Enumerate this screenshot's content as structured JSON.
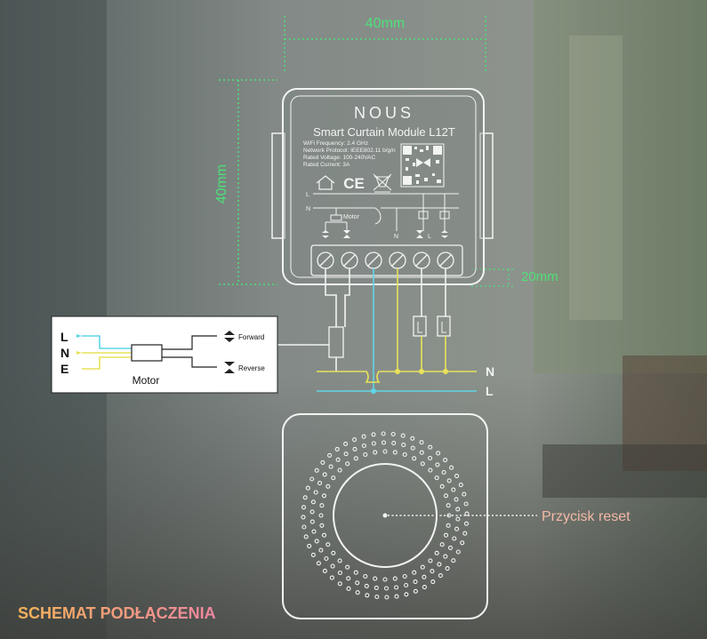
{
  "dimensions": {
    "width_label": "40mm",
    "height_label": "40mm",
    "depth_label": "20mm"
  },
  "module": {
    "brand": "NOUS",
    "model": "Smart Curtain Module L12T",
    "specs": [
      "WiFi Frequency: 2.4 GHz",
      "Network Protocol: IEEE802.11 b/g/n",
      "Rated Voltage: 100-240VAC",
      "Rated Current: 3A"
    ],
    "certifications": [
      "CE"
    ],
    "diagram_labels": {
      "line": "L",
      "neutral": "N",
      "motor": "Motor"
    },
    "terminal_labels": [
      "N",
      "L"
    ]
  },
  "motor_box": {
    "inputs": [
      "L",
      "N",
      "E"
    ],
    "title": "Motor",
    "outputs": [
      "Forward",
      "Reverse"
    ]
  },
  "mains": {
    "neutral": "N",
    "line": "L"
  },
  "reset": {
    "label": "Przycisk reset"
  },
  "footer": {
    "title": "SCHEMAT PODŁĄCZENIA"
  },
  "colors": {
    "dimension": "#4ee07a",
    "footer_start": "#f5b35a",
    "footer_end": "#ef86a0",
    "reset_label": "#f4b8a6",
    "wire_neutral": "#e8e25a",
    "wire_line": "#5fd6e6"
  }
}
